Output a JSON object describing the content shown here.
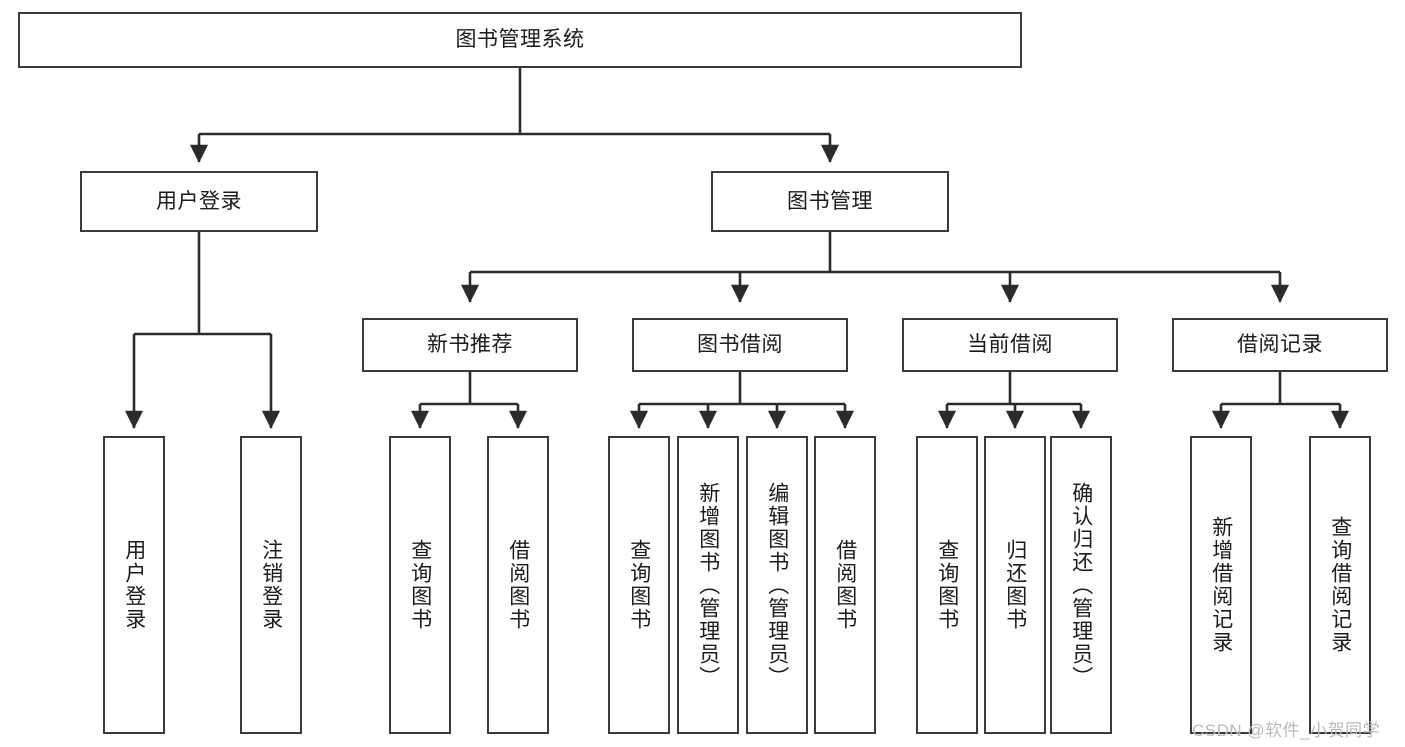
{
  "diagram": {
    "title": "图书管理系统",
    "type": "tree",
    "orientation": "top-down",
    "colors": {
      "box_border": "#3a3a3a",
      "box_fill": "#ffffff",
      "edge": "#2b2b2b",
      "text": "#1b1b1b",
      "watermark": "#b9b9b9",
      "background": "#ffffff"
    },
    "root": {
      "label": "图书管理系统"
    },
    "level2": [
      {
        "label": "用户登录"
      },
      {
        "label": "图书管理"
      }
    ],
    "level3": [
      {
        "label": "新书推荐"
      },
      {
        "label": "图书借阅"
      },
      {
        "label": "当前借阅"
      },
      {
        "label": "借阅记录"
      }
    ],
    "leaves": {
      "user_login": [
        {
          "label": "用户登录"
        },
        {
          "label": "注销登录"
        }
      ],
      "new_book_recommend": [
        {
          "label": "查询图书"
        },
        {
          "label": "借阅图书"
        }
      ],
      "book_borrow": [
        {
          "label": "查询图书"
        },
        {
          "label": "新增图书（管理员）"
        },
        {
          "label": "编辑图书（管理员）"
        },
        {
          "label": "借阅图书"
        }
      ],
      "current_borrow": [
        {
          "label": "查询图书"
        },
        {
          "label": "归还图书"
        },
        {
          "label": "确认归还（管理员）"
        }
      ],
      "borrow_record": [
        {
          "label": "新增借阅记录"
        },
        {
          "label": "查询借阅记录"
        }
      ]
    }
  },
  "watermark": {
    "text": "CSDN @软件_小贺同学"
  }
}
